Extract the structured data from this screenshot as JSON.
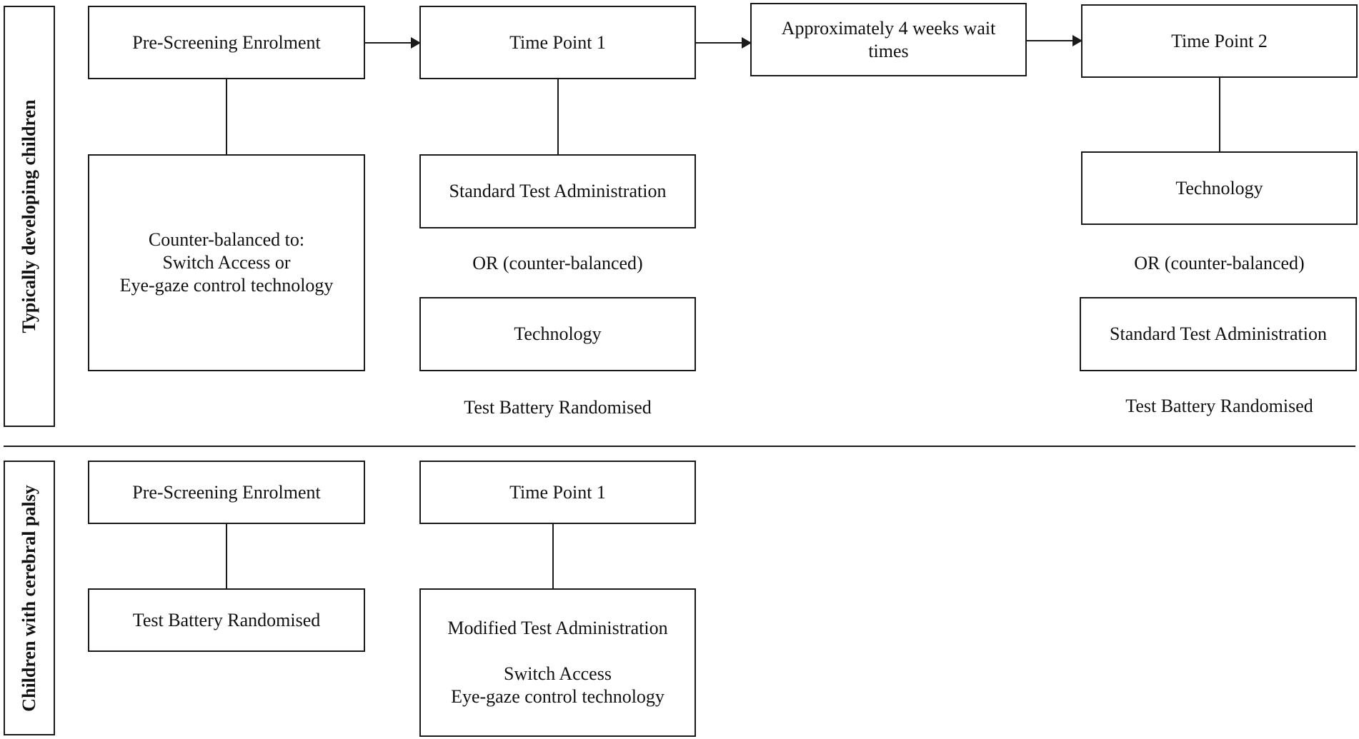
{
  "groups": {
    "typical": "Typically developing children",
    "cp": "Children with cerebral palsy"
  },
  "typical": {
    "pre_screening": "Pre-Screening Enrolment",
    "counter_balanced": [
      "Counter-balanced to:",
      "Switch Access or",
      "Eye-gaze control technology"
    ],
    "time_point_1": "Time Point 1",
    "tp1_option_a": "Standard Test Administration",
    "tp1_or": "OR (counter-balanced)",
    "tp1_option_b": "Technology",
    "tp1_note": "Test Battery Randomised",
    "wait": [
      "Approximately 4 weeks wait",
      "times"
    ],
    "time_point_2": "Time Point 2",
    "tp2_option_a": "Technology",
    "tp2_or": "OR (counter-balanced)",
    "tp2_option_b": "Standard Test Administration",
    "tp2_note": "Test Battery Randomised"
  },
  "cp": {
    "pre_screening": "Pre-Screening Enrolment",
    "test_battery": "Test Battery Randomised",
    "time_point_1": "Time Point 1",
    "modified": [
      "Modified Test Administration",
      "Switch Access",
      "Eye-gaze control technology"
    ]
  }
}
